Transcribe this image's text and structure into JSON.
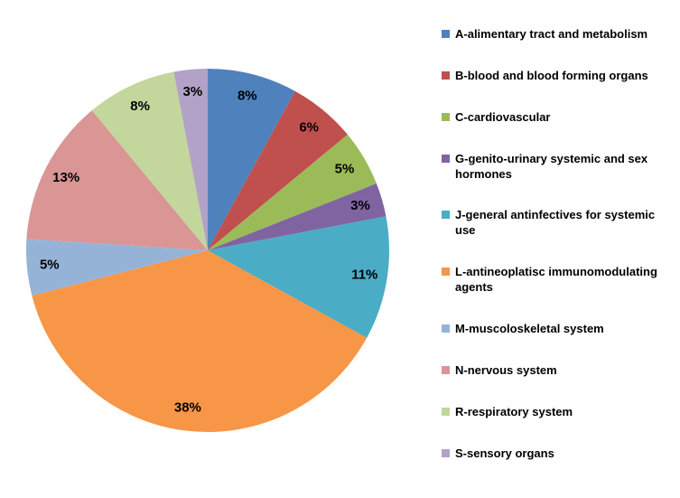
{
  "chart_data": {
    "type": "pie",
    "title": "",
    "legend_position": "right",
    "start_angle_deg": 0,
    "direction": "clockwise",
    "slices": [
      {
        "label": "A-alimentary tract and metabolism",
        "value": 8,
        "pct_label": "8%",
        "color": "#4F81BD"
      },
      {
        "label": "B-blood and blood forming organs",
        "value": 6,
        "pct_label": "6%",
        "color": "#C0504D"
      },
      {
        "label": "C-cardiovascular",
        "value": 5,
        "pct_label": "5%",
        "color": "#9BBB59"
      },
      {
        "label": "G-genito-urinary systemic and sex hormones",
        "value": 3,
        "pct_label": "3%",
        "color": "#8064A2"
      },
      {
        "label": "J-general antinfectives for systemic use",
        "value": 11,
        "pct_label": "11%",
        "color": "#4BACC6"
      },
      {
        "label": "L-antineoplatisc immunomodulating agents",
        "value": 38,
        "pct_label": "38%",
        "color": "#F79646"
      },
      {
        "label": "M-muscoloskeletal system",
        "value": 5,
        "pct_label": "5%",
        "color": "#95B3D7"
      },
      {
        "label": "N-nervous system",
        "value": 13,
        "pct_label": "13%",
        "color": "#D99694"
      },
      {
        "label": "R-respiratory system",
        "value": 8,
        "pct_label": "8%",
        "color": "#C3D69B"
      },
      {
        "label": "S-sensory organs",
        "value": 3,
        "pct_label": "3%",
        "color": "#B3A2C7"
      }
    ]
  }
}
